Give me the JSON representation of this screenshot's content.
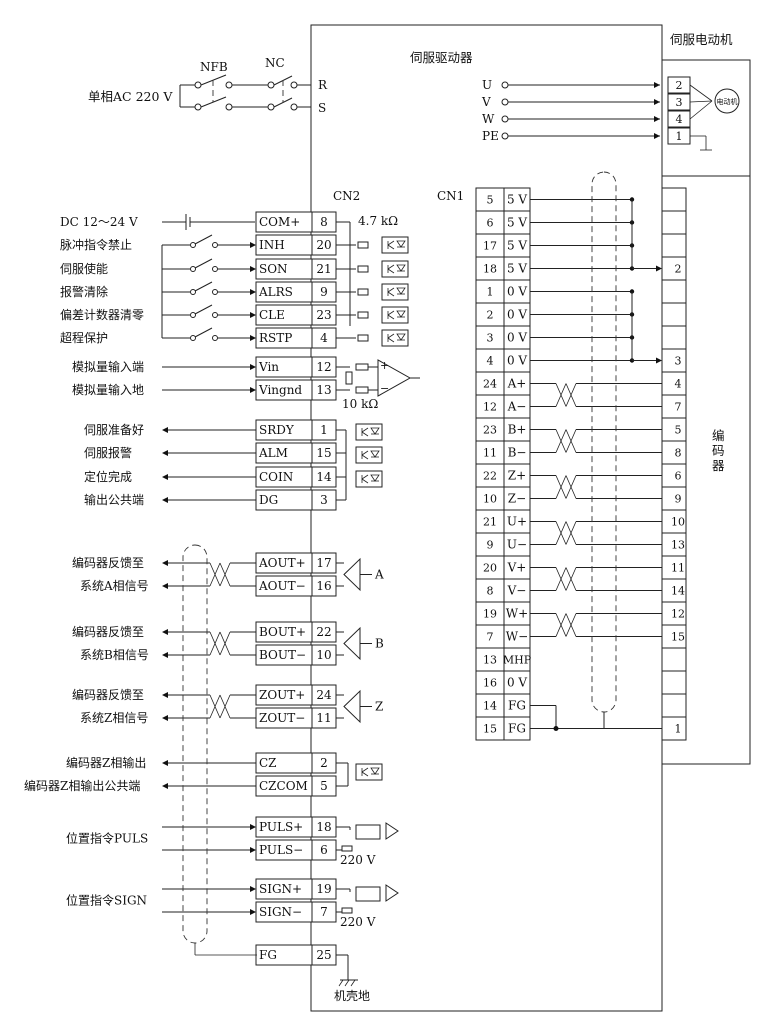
{
  "titles": {
    "drive": "伺服驱动器",
    "motor": "伺服电动机",
    "cn2": "CN2",
    "cn1": "CN1",
    "encoder": "编码器",
    "motor_symbol": "电动机"
  },
  "power": {
    "supply": "单相AC 220 V",
    "nfb": "NFB",
    "nc": "NC",
    "terminals": [
      "R",
      "S"
    ]
  },
  "motor_terminals": [
    {
      "name": "U",
      "pin": "2"
    },
    {
      "name": "V",
      "pin": "3"
    },
    {
      "name": "W",
      "pin": "4"
    },
    {
      "name": "PE",
      "pin": "1"
    }
  ],
  "inputs": [
    {
      "desc": "DC 12～24 V",
      "signal": "COM+",
      "pin": "8"
    },
    {
      "desc": "脉冲指令禁止",
      "signal": "INH",
      "pin": "20"
    },
    {
      "desc": "伺服使能",
      "signal": "SON",
      "pin": "21"
    },
    {
      "desc": "报警清除",
      "signal": "ALRS",
      "pin": "9"
    },
    {
      "desc": "偏差计数器清零",
      "signal": "CLE",
      "pin": "23"
    },
    {
      "desc": "超程保护",
      "signal": "RSTP",
      "pin": "4"
    }
  ],
  "input_resistor": "4.7 kΩ",
  "analog": [
    {
      "desc": "模拟量输入端",
      "signal": "Vin",
      "pin": "12"
    },
    {
      "desc": "模拟量输入地",
      "signal": "Vingnd",
      "pin": "13"
    }
  ],
  "analog_resistor": "10 kΩ",
  "opamp_signs": [
    "+",
    "−"
  ],
  "outputs": [
    {
      "desc": "伺服准备好",
      "signal": "SRDY",
      "pin": "1"
    },
    {
      "desc": "伺服报警",
      "signal": "ALM",
      "pin": "15"
    },
    {
      "desc": "定位完成",
      "signal": "COIN",
      "pin": "14"
    },
    {
      "desc": "输出公共端",
      "signal": "DG",
      "pin": "3"
    }
  ],
  "enc_outputs": [
    {
      "desc1": "编码器反馈至",
      "desc2": "系统A相信号",
      "s1": "AOUT+",
      "p1": "17",
      "s2": "AOUT−",
      "p2": "16",
      "ch": "A"
    },
    {
      "desc1": "编码器反馈至",
      "desc2": "系统B相信号",
      "s1": "BOUT+",
      "p1": "22",
      "s2": "BOUT−",
      "p2": "10",
      "ch": "B"
    },
    {
      "desc1": "编码器反馈至",
      "desc2": "系统Z相信号",
      "s1": "ZOUT+",
      "p1": "24",
      "s2": "ZOUT−",
      "p2": "11",
      "ch": "Z"
    }
  ],
  "cz": {
    "desc1": "编码器Z相输出",
    "desc2": "编码器Z相输出公共端",
    "s1": "CZ",
    "p1": "2",
    "s2": "CZCOM",
    "p2": "5"
  },
  "pulse": [
    {
      "desc": "位置指令PULS",
      "s1": "PULS+",
      "p1": "18",
      "s2": "PULS−",
      "p2": "6",
      "res": "220 V"
    },
    {
      "desc": "位置指令SIGN",
      "s1": "SIGN+",
      "p1": "19",
      "s2": "SIGN−",
      "p2": "7",
      "res": "220 V"
    }
  ],
  "fg": {
    "signal": "FG",
    "pin": "25",
    "ground_label": "机壳地"
  },
  "cn1_rows": [
    {
      "pin": "5",
      "sig": "5 V",
      "enc": ""
    },
    {
      "pin": "6",
      "sig": "5 V",
      "enc": ""
    },
    {
      "pin": "17",
      "sig": "5 V",
      "enc": ""
    },
    {
      "pin": "18",
      "sig": "5 V",
      "enc": "2"
    },
    {
      "pin": "1",
      "sig": "0 V",
      "enc": ""
    },
    {
      "pin": "2",
      "sig": "0 V",
      "enc": ""
    },
    {
      "pin": "3",
      "sig": "0 V",
      "enc": ""
    },
    {
      "pin": "4",
      "sig": "0 V",
      "enc": "3"
    },
    {
      "pin": "24",
      "sig": "A+",
      "enc": "4"
    },
    {
      "pin": "12",
      "sig": "A−",
      "enc": "7"
    },
    {
      "pin": "23",
      "sig": "B+",
      "enc": "5"
    },
    {
      "pin": "11",
      "sig": "B−",
      "enc": "8"
    },
    {
      "pin": "22",
      "sig": "Z+",
      "enc": "6"
    },
    {
      "pin": "10",
      "sig": "Z−",
      "enc": "9"
    },
    {
      "pin": "21",
      "sig": "U+",
      "enc": "10"
    },
    {
      "pin": "9",
      "sig": "U−",
      "enc": "13"
    },
    {
      "pin": "20",
      "sig": "V+",
      "enc": "11"
    },
    {
      "pin": "8",
      "sig": "V−",
      "enc": "14"
    },
    {
      "pin": "19",
      "sig": "W+",
      "enc": "12"
    },
    {
      "pin": "7",
      "sig": "W−",
      "enc": "15"
    },
    {
      "pin": "13",
      "sig": "MHP",
      "enc": ""
    },
    {
      "pin": "16",
      "sig": "0 V",
      "enc": ""
    },
    {
      "pin": "14",
      "sig": "FG",
      "enc": ""
    },
    {
      "pin": "15",
      "sig": "FG",
      "enc": "1"
    }
  ]
}
